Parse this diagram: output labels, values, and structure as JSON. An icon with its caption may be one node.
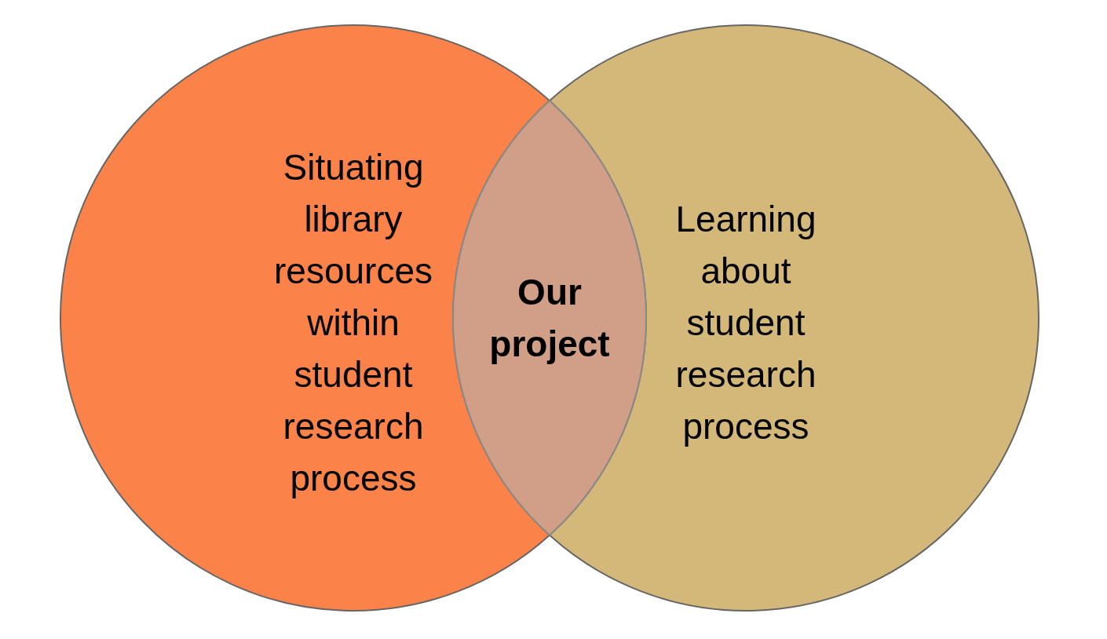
{
  "diagram": {
    "nodes": [
      {
        "text": [
          "Situating library resources within student research process"
        ]
      },
      {
        "text": [
          "Learning about student research process"
        ]
      },
      {
        "text": [
          "Our project"
        ]
      }
    ]
  }
}
